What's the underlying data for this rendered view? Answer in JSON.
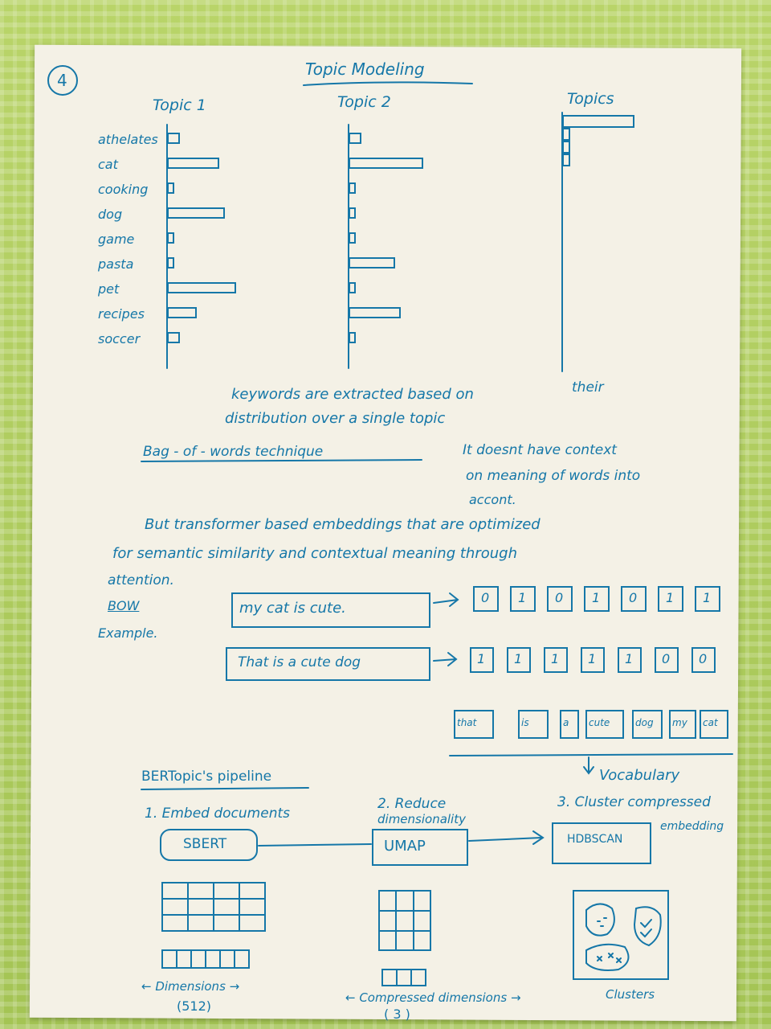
{
  "page_number": "4",
  "title": "Topic Modeling",
  "topics_section": {
    "headers": [
      "Topic 1",
      "Topic 2",
      "Topics"
    ],
    "words": [
      "athelates",
      "cat",
      "cooking",
      "dog",
      "game",
      "pasta",
      "pet",
      "recipes",
      "soccer"
    ],
    "topic1_weights": [
      2,
      9,
      1,
      10,
      1,
      1,
      12,
      5,
      2
    ],
    "topic2_weights": [
      2,
      13,
      1,
      1,
      1,
      8,
      1,
      9,
      1
    ],
    "topics_weights": [
      11,
      1,
      1,
      1
    ]
  },
  "notes": {
    "keywords_line1": "keywords are extracted based on",
    "keywords_line2": "distribution over a single topic",
    "their": "their",
    "bow_technique": "Bag - of - words technique",
    "context_line1": "It doesnt have context",
    "context_line2": "on meaning of words into",
    "context_line3": "accont.",
    "transformer_line1": "But transformer based embeddings that are optimized",
    "transformer_line2": "for semantic similarity and contextual meaning through",
    "transformer_line3": "attention.",
    "bow_label": "BOW",
    "example_label": "Example."
  },
  "bow_example": {
    "sentence1": "my cat is cute.",
    "vector1": [
      "0",
      "1",
      "0",
      "1",
      "0",
      "1",
      "1"
    ],
    "sentence2": "That is a cute dog",
    "vector2": [
      "1",
      "1",
      "1",
      "1",
      "1",
      "0",
      "0"
    ],
    "vocab_words": [
      "that",
      "is",
      "a",
      "cute",
      "dog",
      "my",
      "cat"
    ],
    "vocab_label": "Vocabulary"
  },
  "pipeline": {
    "title": "BERTopic's pipeline",
    "step1": "1. Embed documents",
    "step2_line1": "2. Reduce",
    "step2_line2": "dimensionality",
    "step3_line1": "3. Cluster compressed",
    "step3_line2": "embedding",
    "sbert": "SBERT",
    "umap": "UMAP",
    "hdbscan": "HDBSCAN",
    "dimensions": "← Dimensions →",
    "dimensions_value": "(512)",
    "compressed": "← Compressed dimensions →",
    "compressed_value": "( 3 )",
    "clusters": "Clusters"
  },
  "colors": {
    "ink": "#1577a8",
    "paper": "#f4f1e6",
    "cloth": "#a9c85a"
  }
}
